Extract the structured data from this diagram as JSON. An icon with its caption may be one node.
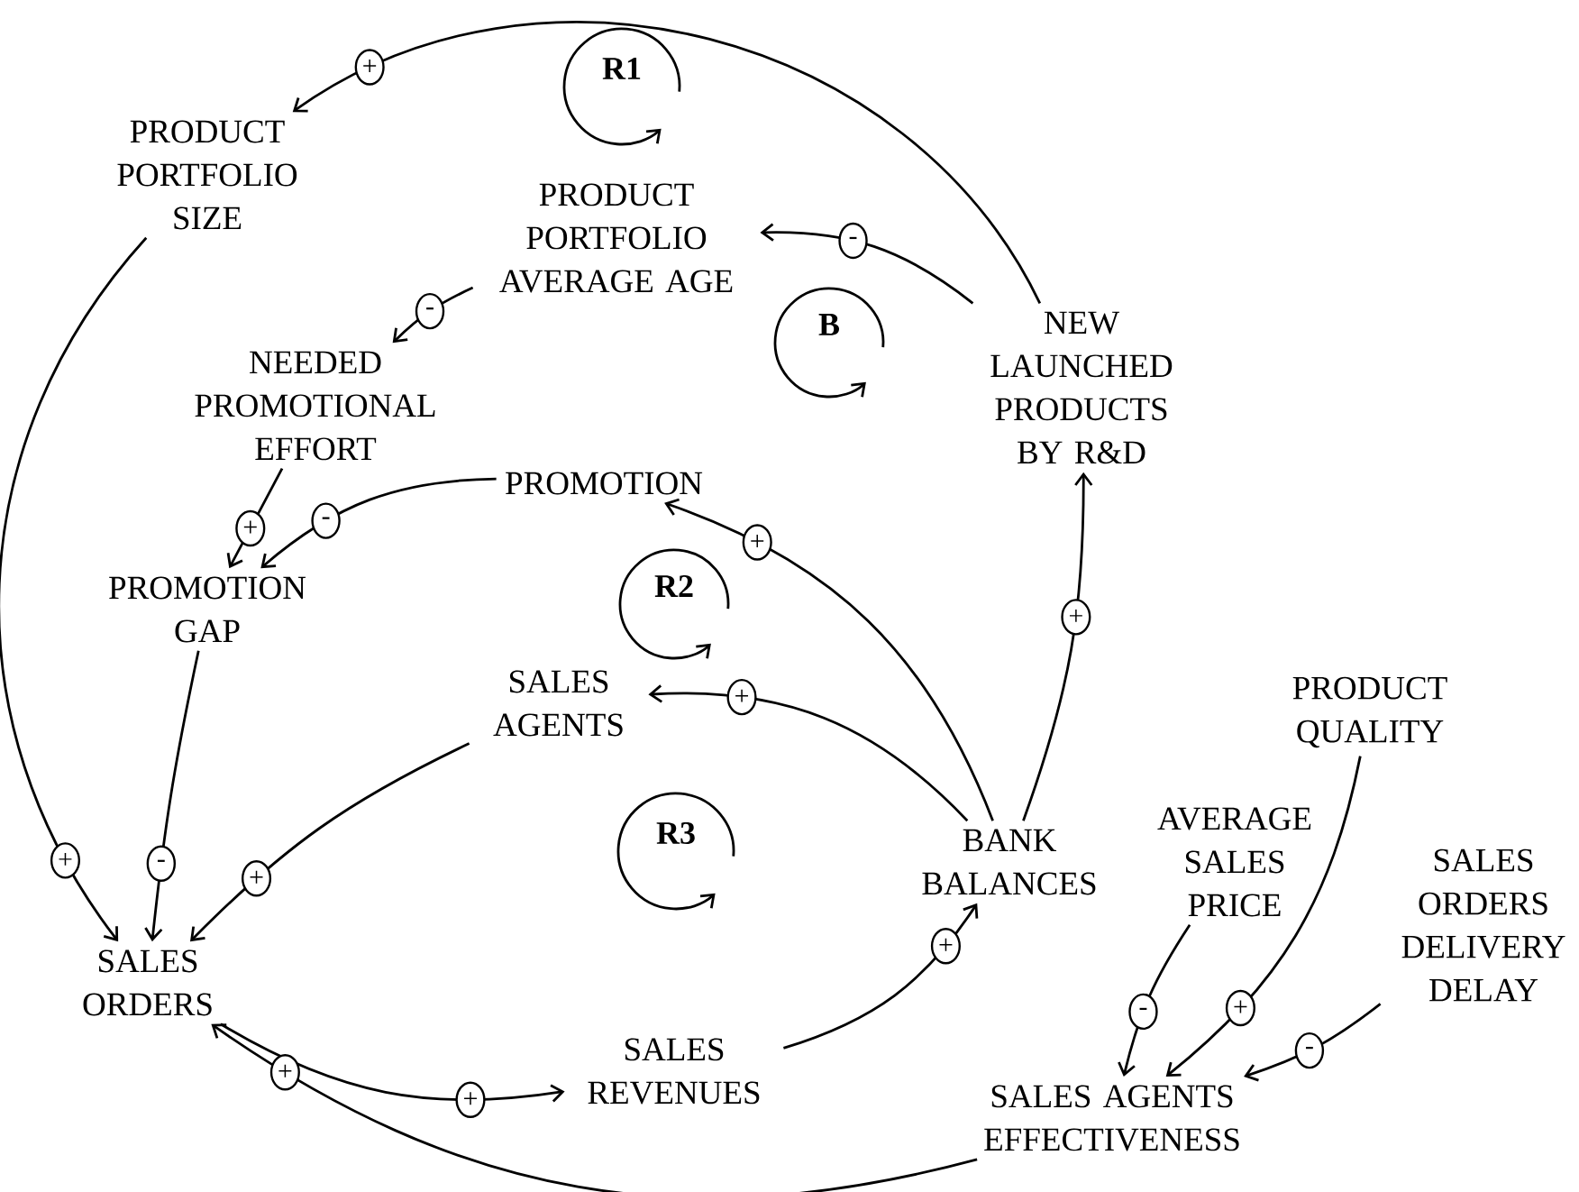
{
  "diagram": {
    "nodes": [
      {
        "text": [
          "PRODUCT PORTFOLIO SIZE"
        ]
      },
      {
        "text": [
          "PRODUCT PORTFOLIO AVERAGE AGE"
        ]
      },
      {
        "text": [
          "NEEDED PROMOTIONAL EFFORT"
        ]
      },
      {
        "text": [
          "PROMOTION"
        ]
      },
      {
        "text": [
          "NEW LAUNCHED PRODUCTS BY R&D"
        ]
      },
      {
        "text": [
          "PROMOTION GAP"
        ]
      },
      {
        "text": [
          "SALES AGENTS"
        ]
      },
      {
        "text": [
          "BANK BALANCES"
        ]
      },
      {
        "text": [
          "AVERAGE SALES PRICE"
        ]
      },
      {
        "text": [
          "PRODUCT QUALITY"
        ]
      },
      {
        "text": [
          "SALES ORDERS"
        ]
      },
      {
        "text": [
          "SALES ORDERS DELIVERY DELAY"
        ]
      },
      {
        "text": [
          "SALES REVENUES"
        ]
      },
      {
        "text": [
          "SALES AGENTS EFFECTIVENESS"
        ]
      }
    ],
    "edges": [
      {
        "from": 4,
        "to": 0,
        "arrow": "to",
        "label": "+"
      },
      {
        "from": 4,
        "to": 1,
        "arrow": "to",
        "label": "-"
      },
      {
        "from": 1,
        "to": 2,
        "arrow": "to",
        "label": "-"
      },
      {
        "from": 2,
        "to": 5,
        "arrow": "to",
        "label": "+"
      },
      {
        "from": 3,
        "to": 5,
        "arrow": "to",
        "label": "-"
      },
      {
        "from": 7,
        "to": 3,
        "arrow": "to",
        "label": "+"
      },
      {
        "from": 7,
        "to": 4,
        "arrow": "to",
        "label": "+"
      },
      {
        "from": 7,
        "to": 6,
        "arrow": "to",
        "label": "+"
      },
      {
        "from": 0,
        "to": 10,
        "arrow": "to",
        "label": "+"
      },
      {
        "from": 5,
        "to": 10,
        "arrow": "to",
        "label": "-"
      },
      {
        "from": 6,
        "to": 10,
        "arrow": "to",
        "label": "+"
      },
      {
        "from": 10,
        "to": 12,
        "arrow": "to",
        "label": "+"
      },
      {
        "from": 12,
        "to": 7,
        "arrow": "to",
        "label": "+"
      },
      {
        "from": 8,
        "to": 13,
        "arrow": "to",
        "label": "-"
      },
      {
        "from": 9,
        "to": 13,
        "arrow": "to",
        "label": "+"
      },
      {
        "from": 11,
        "to": 13,
        "arrow": "to",
        "label": "-"
      },
      {
        "from": 13,
        "to": 10,
        "arrow": "to",
        "label": "+"
      }
    ],
    "labels": [
      "R1",
      "B",
      "R2",
      "R3"
    ]
  }
}
